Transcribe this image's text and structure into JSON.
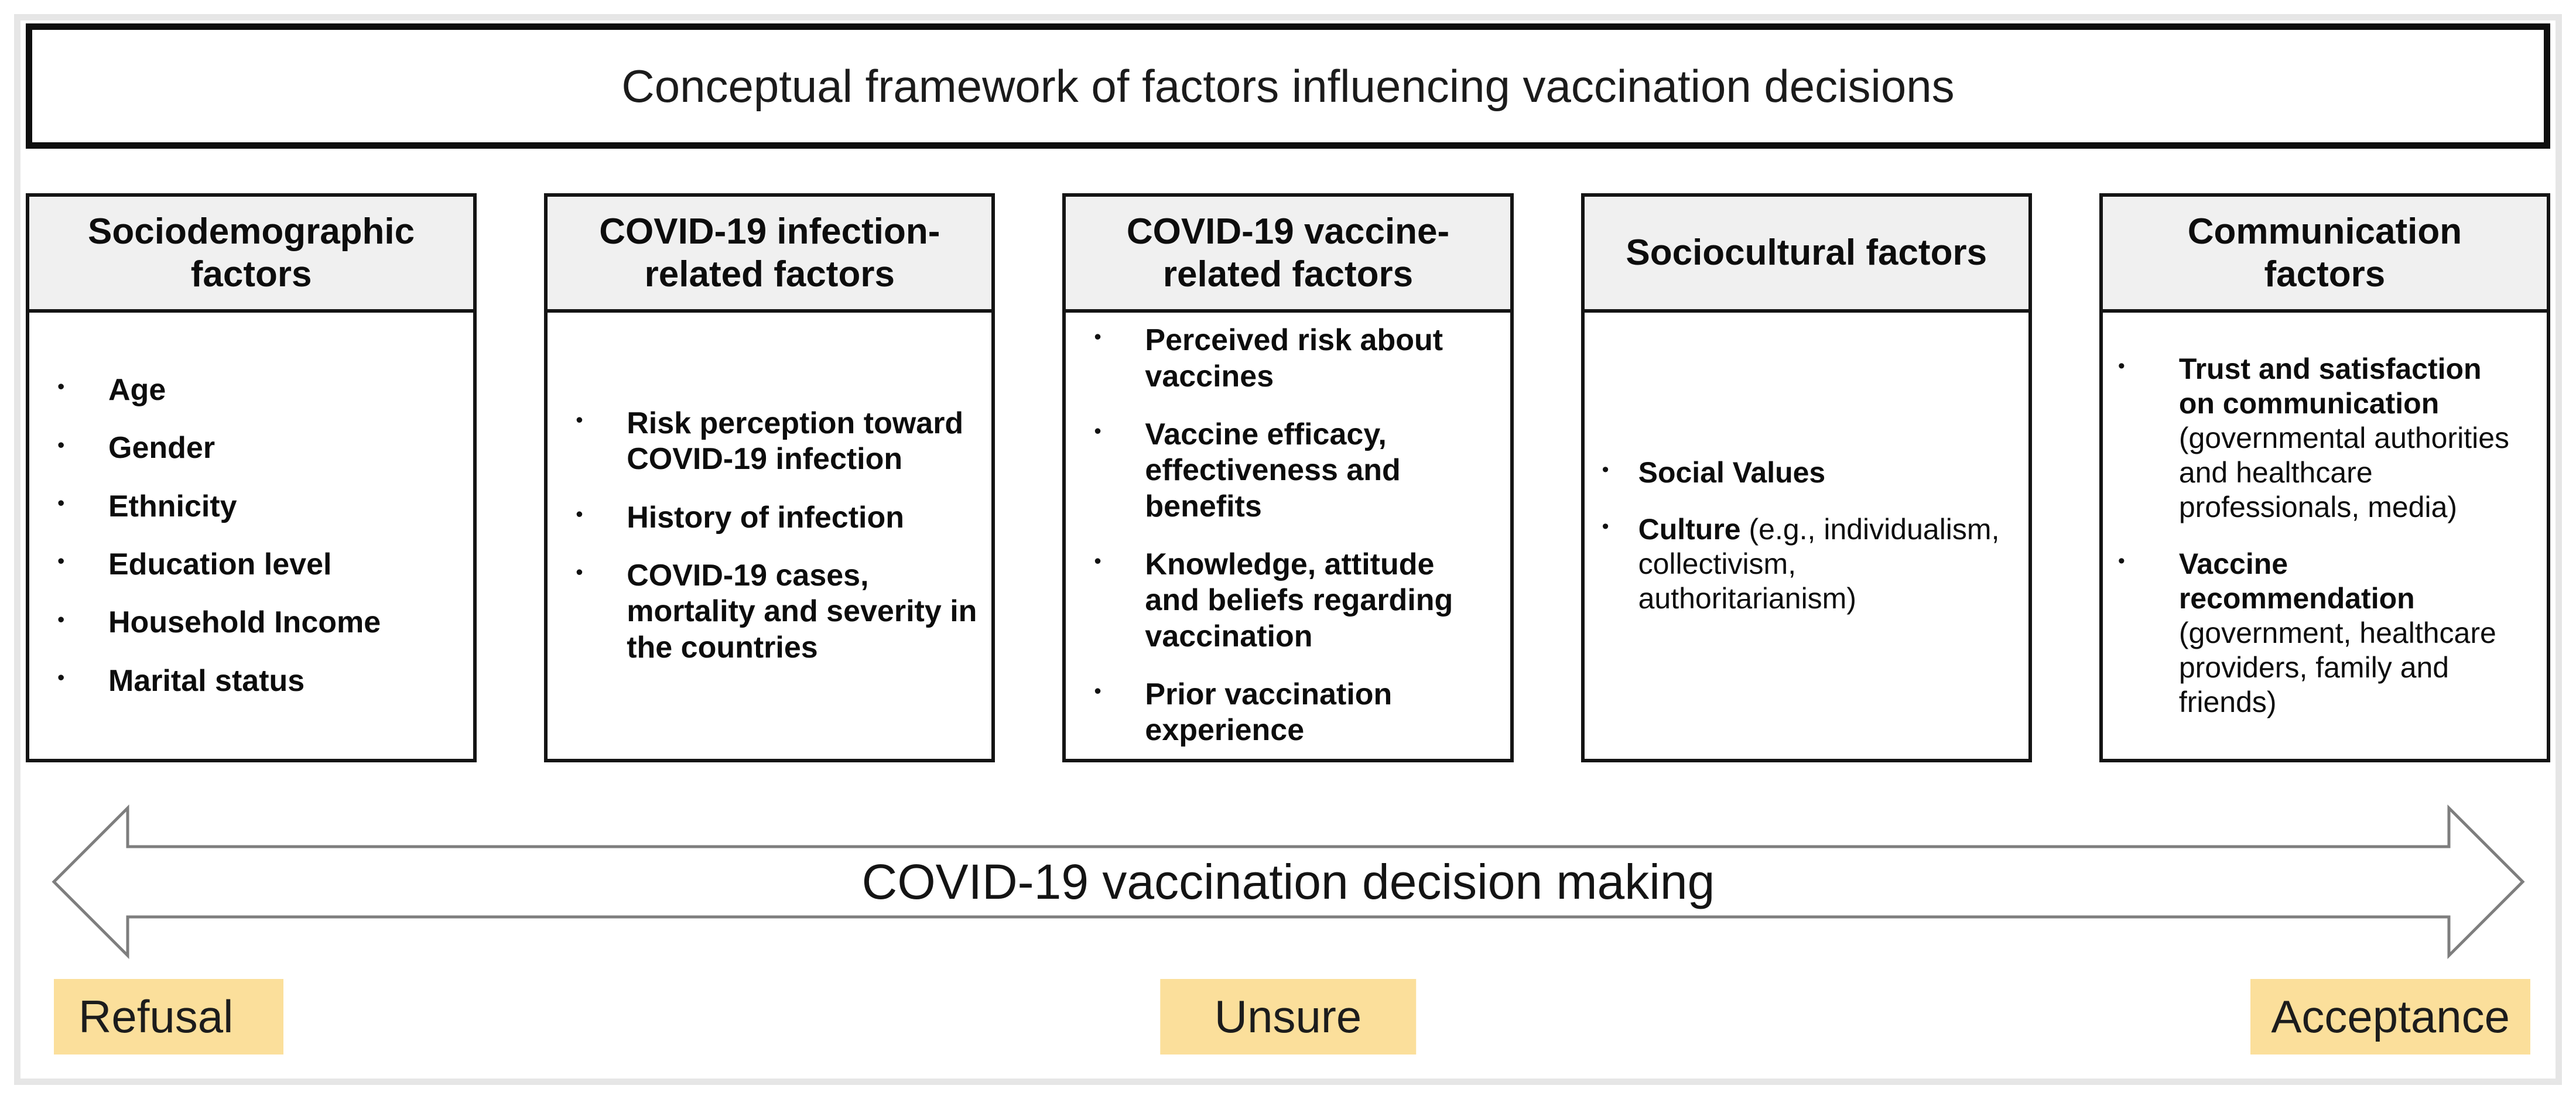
{
  "title": "Conceptual framework of factors influencing vaccination decisions",
  "ui": {
    "bullet": "•"
  },
  "colors": {
    "highlight_yellow": "#fbdf9b",
    "box_header_gray": "#f0f0f0",
    "arrow_outline_gray": "#7e7e7e",
    "border_black": "#111111",
    "frame_gray": "#e6e6e6"
  },
  "boxes": [
    {
      "header": "Sociodemographic factors",
      "header_lines": [
        "Sociodemographic",
        "factors"
      ],
      "items": [
        {
          "bold": "Age"
        },
        {
          "bold": "Gender"
        },
        {
          "bold": "Ethnicity"
        },
        {
          "bold": "Education level"
        },
        {
          "bold": "Household Income"
        },
        {
          "bold": "Marital status"
        }
      ]
    },
    {
      "header": "COVID-19 infection-related factors",
      "header_lines": [
        "COVID-19 infection-",
        "related factors"
      ],
      "items": [
        {
          "bold": "Risk perception toward COVID-19 infection"
        },
        {
          "bold": "History of infection"
        },
        {
          "bold": "COVID-19 cases, mortality and severity in the countries"
        }
      ]
    },
    {
      "header": "COVID-19 vaccine-related factors",
      "header_lines": [
        "COVID-19 vaccine-",
        "related factors"
      ],
      "items": [
        {
          "bold": "Perceived risk about vaccines"
        },
        {
          "bold": "Vaccine efficacy, effectiveness and benefits"
        },
        {
          "bold": "Knowledge, attitude and beliefs regarding vaccination"
        },
        {
          "bold": "Prior vaccination experience"
        }
      ]
    },
    {
      "header": "Sociocultural factors",
      "header_lines": [
        "Sociocultural factors"
      ],
      "items": [
        {
          "bold": "Social Values"
        },
        {
          "bold": "Culture",
          "regular": " (e.g., individualism, collectivism, authoritarianism)"
        }
      ]
    },
    {
      "header": "Communication factors",
      "header_lines": [
        "Communication",
        "factors"
      ],
      "items": [
        {
          "bold": "Trust and satisfaction on communication",
          "regular": " (governmental authorities and healthcare professionals, media)"
        },
        {
          "bold": "Vaccine recommendation",
          "regular": " (government, healthcare providers, family and friends)"
        }
      ]
    }
  ],
  "arrow": {
    "label": "COVID-19 vaccination decision making"
  },
  "outcomes": {
    "refusal": "Refusal",
    "unsure": "Unsure",
    "acceptance": "Acceptance"
  }
}
